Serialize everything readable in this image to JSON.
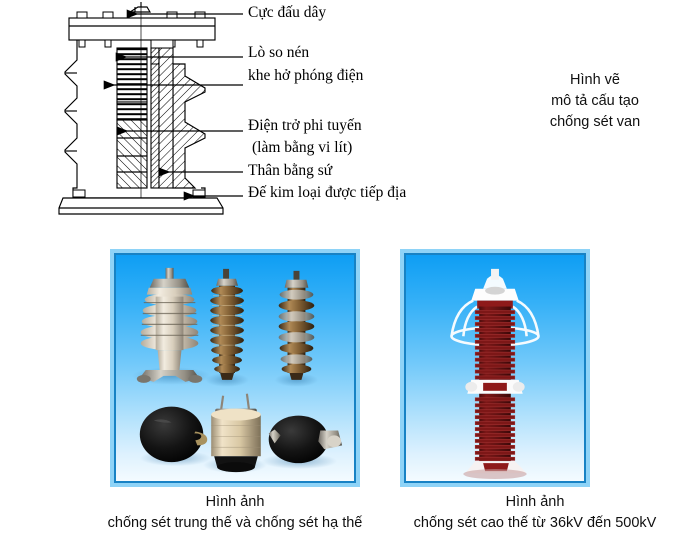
{
  "diagram": {
    "title_note": {
      "line1": "Hình vẽ",
      "line2": "mô tả cấu tạo",
      "line3": "chống sét van"
    },
    "callouts": [
      {
        "id": "terminal",
        "label": "Cực đấu dây"
      },
      {
        "id": "spring",
        "label": "Lò so nén"
      },
      {
        "id": "gap",
        "label": "khe hở phóng điện"
      },
      {
        "id": "resistor",
        "label": "Điện trở phi tuyến"
      },
      {
        "id": "resistor_material",
        "label": "(làm bằng vi lít)"
      },
      {
        "id": "body",
        "label": "Thân bằng sứ"
      },
      {
        "id": "base",
        "label": "Đế kim loại được tiếp địa"
      }
    ]
  },
  "panels": {
    "medium_voltage": {
      "caption_line1": "Hình ảnh",
      "caption_line2": "chống sét trung thế và chống sét hạ thế"
    },
    "high_voltage": {
      "caption_line1": "Hình ảnh",
      "caption_line2": "chống sét cao thế từ 36kV đến 500kV"
    }
  },
  "colors": {
    "panel_border_outer": "#8ed3f7",
    "panel_border_inner": "#1782c4",
    "panel_sky_top": "#0e9ef4",
    "panel_sky_bottom": "#f4fbff",
    "arrester_dark_red": "#6e1414",
    "ink": "#000000"
  }
}
